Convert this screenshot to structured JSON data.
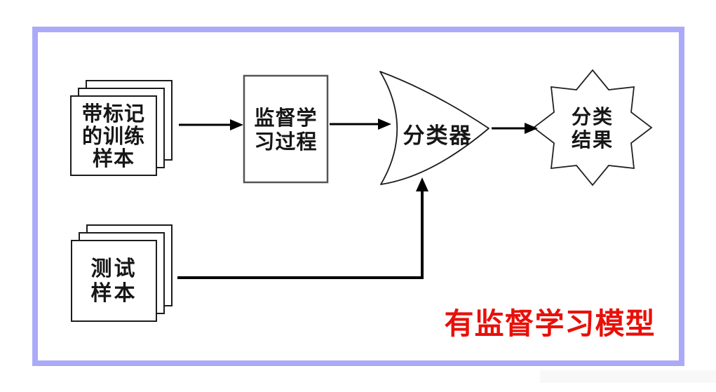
{
  "diagram": {
    "title": "supervised learning model flow diagram",
    "nodes": {
      "training": {
        "label": "带标记\n的训练\n样本",
        "shape": "stacked-pages"
      },
      "process": {
        "label": "监督学\n习过程",
        "shape": "rectangle"
      },
      "classifier": {
        "label": "分类器",
        "shape": "curved-arrowhead"
      },
      "result": {
        "label": "分类\n结果",
        "shape": "starburst"
      },
      "test": {
        "label": "测试\n样本",
        "shape": "stacked-pages"
      }
    },
    "edges": [
      {
        "from": "training",
        "to": "process",
        "type": "arrow-right"
      },
      {
        "from": "process",
        "to": "classifier",
        "type": "arrow-right"
      },
      {
        "from": "classifier",
        "to": "result",
        "type": "arrow-right"
      },
      {
        "from": "test",
        "to": "classifier",
        "type": "elbow-arrow-up"
      }
    ],
    "caption": {
      "text": "有监督学习模型",
      "color": "#e8100a"
    }
  },
  "colors": {
    "frame_border": "#abaaf8",
    "shape_stroke": "#1c1c1c",
    "process_box_stroke": "#555555",
    "background": "#ffffff",
    "caption_red": "#e8100a"
  }
}
